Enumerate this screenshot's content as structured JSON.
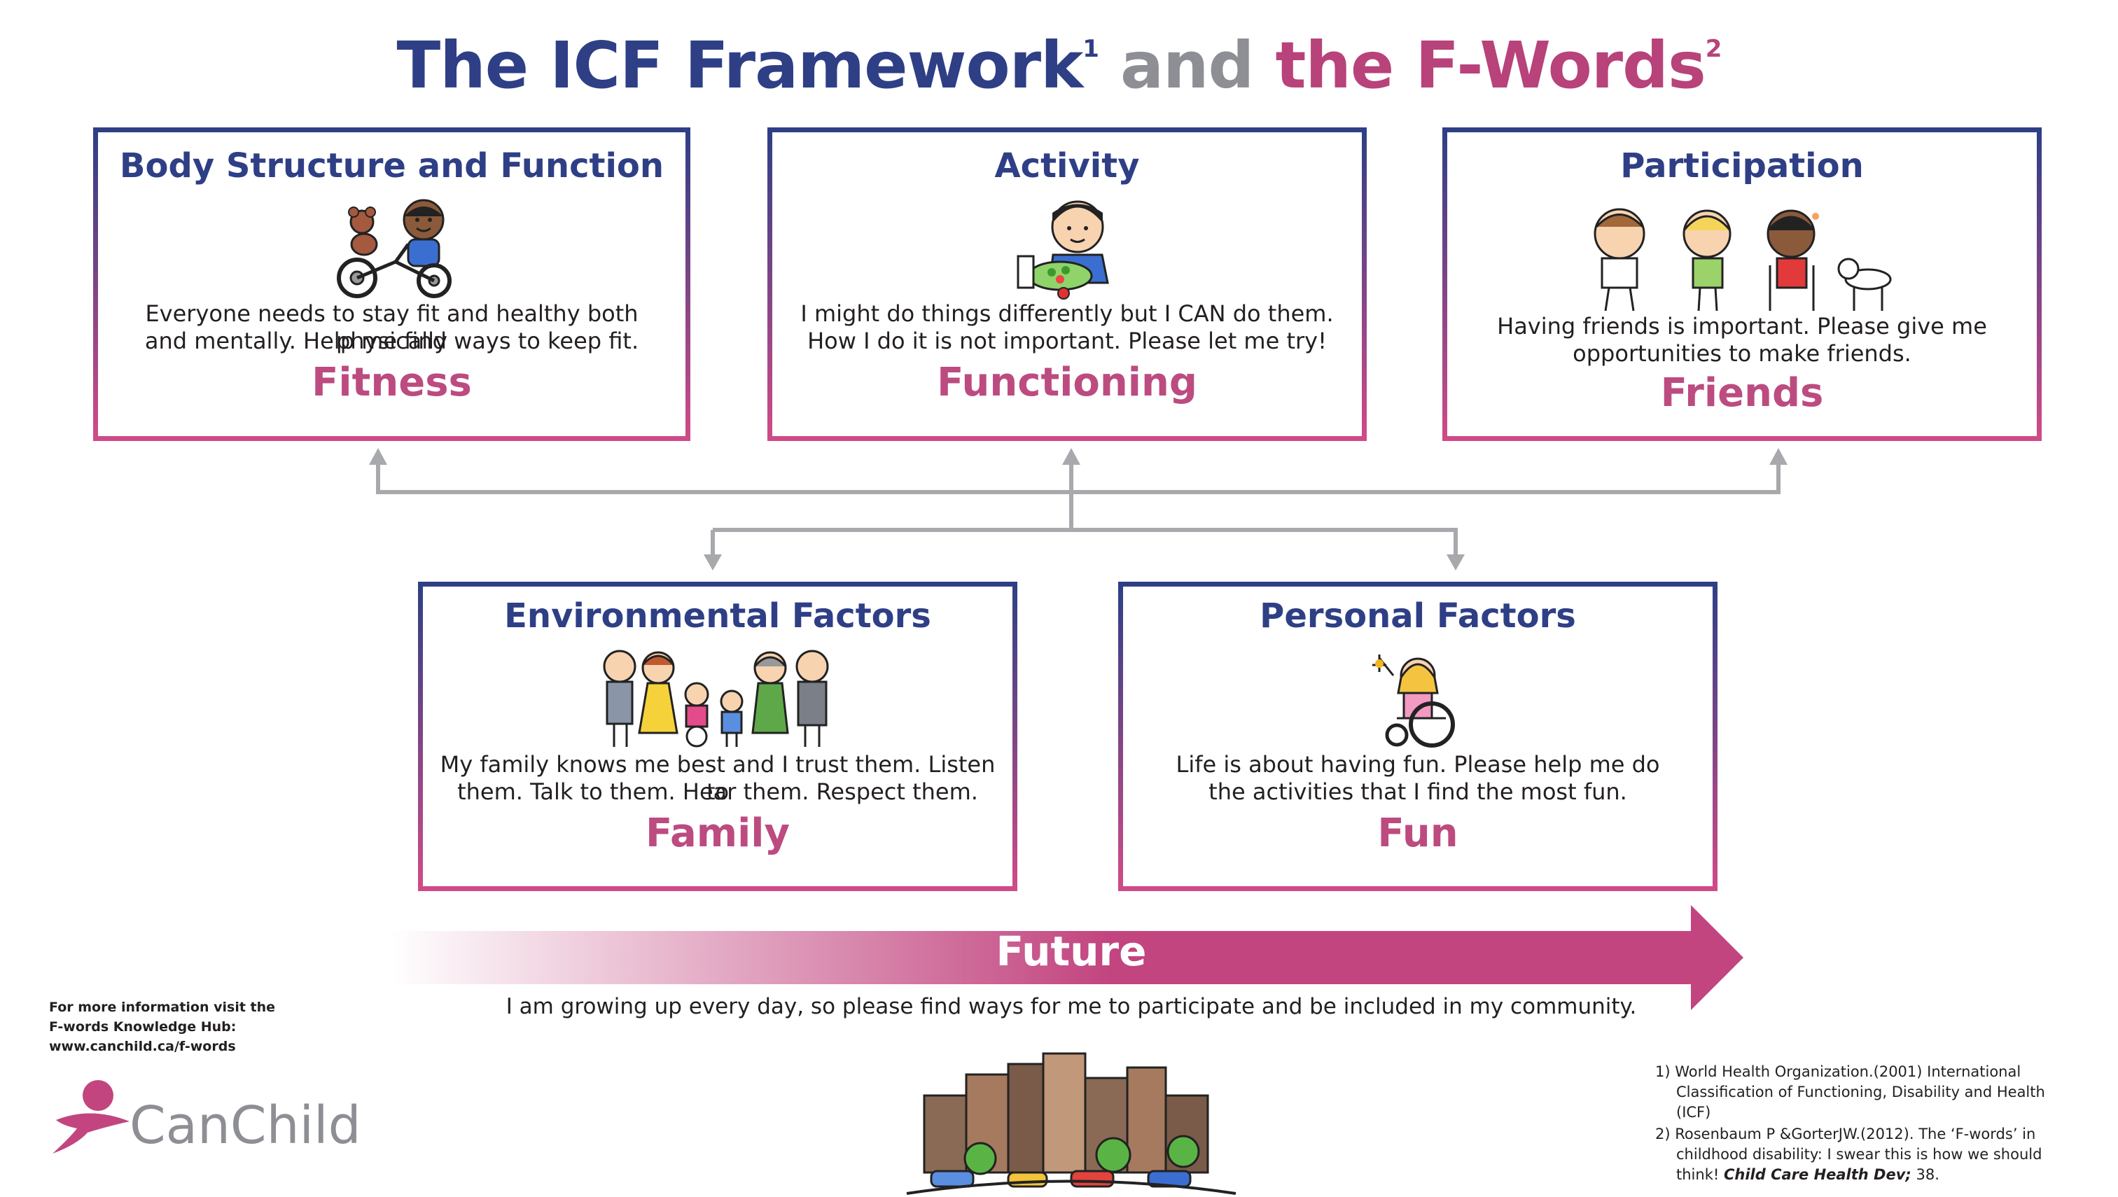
{
  "title": {
    "part1": "The ICF Framework",
    "sup1": "1",
    "part2": "and",
    "part3": "the F-Words",
    "sup2": "2"
  },
  "colors": {
    "navy": "#2e3f86",
    "gray": "#8d8f94",
    "magenta": "#b8427a",
    "pink": "#cf4b87"
  },
  "boxes": {
    "body": {
      "heading": "Body Structure and Function",
      "line1": "Everyone needs to stay fit and healthy both physically",
      "line2": "and mentally. Help me find ways to keep fit.",
      "fword": "Fitness",
      "icon": "child-on-tricycle-with-teddy-bear-illustration"
    },
    "activity": {
      "heading": "Activity",
      "line1": "I might do things differently but I CAN do them.",
      "line2": "How I do it is not important. Please let me try!",
      "fword": "Functioning",
      "icon": "child-eating-salad-illustration"
    },
    "participation": {
      "heading": "Participation",
      "line1": "Having friends is important. Please give me",
      "line2": "opportunities to make friends.",
      "fword": "Friends",
      "icon": "friends-with-dog-illustration"
    },
    "environmental": {
      "heading": "Environmental Factors",
      "line1": "My family knows me best and I trust them. Listen to",
      "line2": "them. Talk to them. Hear them. Respect them.",
      "fword": "Family",
      "icon": "family-group-illustration"
    },
    "personal": {
      "heading": "Personal Factors",
      "line1": "Life is about having fun. Please help me do",
      "line2": "the activities that I find the most fun.",
      "fword": "Fun",
      "icon": "child-in-wheelchair-with-sparkler-illustration"
    }
  },
  "future": {
    "label": "Future",
    "text": "I am growing up every day, so please find ways for me to participate and be included in my community.",
    "icon": "city-skyline-illustration"
  },
  "info": {
    "line1": "For more information visit the",
    "line2": "F-words Knowledge Hub:",
    "line3": "www.canchild.ca/f-words"
  },
  "logo": {
    "text": "CanChild",
    "icon": "canchild-figure-logo"
  },
  "references": [
    {
      "text": "1) World Health Organization.(2001) International Classification of Functioning, Disability and Health (ICF)"
    },
    {
      "text": "2) Rosenbaum P &GorterJW.(2012). The ‘F-words’ in childhood disability: I swear this is how we should think!",
      "journal": "Child Care Health Dev;",
      "tail": " 38."
    }
  ]
}
